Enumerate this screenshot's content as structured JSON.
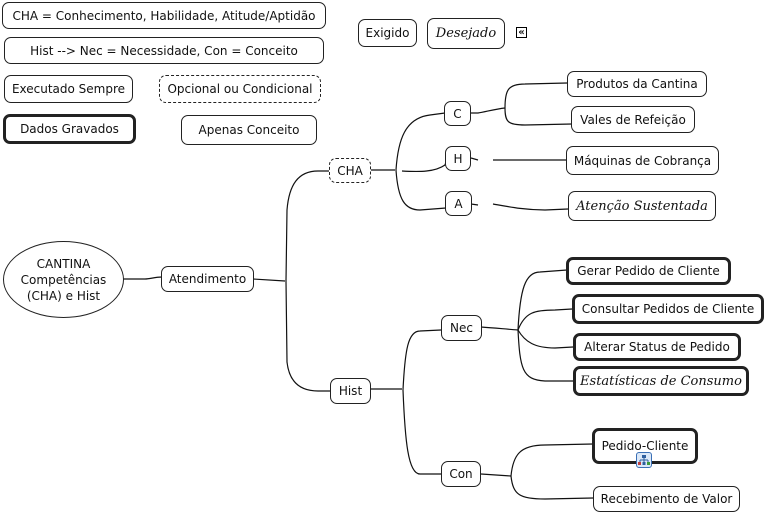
{
  "legend": {
    "cha_definition": "CHA =  Conhecimento, Habilidade, Atitude/Aptidão",
    "hist_definition": "Hist  -->  Nec = Necessidade, Con = Conceito",
    "executado_sempre": "Executado Sempre",
    "opcional": "Opcional ou Condicional",
    "dados_gravados": "Dados Gravados",
    "apenas_conceito": "Apenas Conceito",
    "exigido": "Exigido",
    "desejado": "Desejado",
    "collapse_icon": "«"
  },
  "map": {
    "root": "CANTINA Competências (CHA) e Hist",
    "root_lines": [
      "CANTINA",
      "Competências",
      "(CHA) e Hist"
    ],
    "atendimento": "Atendimento",
    "cha": {
      "label": "CHA",
      "c": {
        "label": "C",
        "children": [
          "Produtos da Cantina",
          "Vales de Refeição"
        ]
      },
      "h": {
        "label": "H",
        "children": [
          "Máquinas de Cobrança"
        ]
      },
      "a": {
        "label": "A",
        "children": [
          "Atenção Sustentada"
        ]
      }
    },
    "hist": {
      "label": "Hist",
      "nec": {
        "label": "Nec",
        "children": [
          "Gerar Pedido de Cliente",
          "Consultar Pedidos de Cliente",
          "Alterar Status de Pedido",
          "Estatísticas de Consumo"
        ]
      },
      "con": {
        "label": "Con",
        "children": [
          "Pedido-Cliente",
          "Recebimento de Valor"
        ]
      }
    }
  }
}
